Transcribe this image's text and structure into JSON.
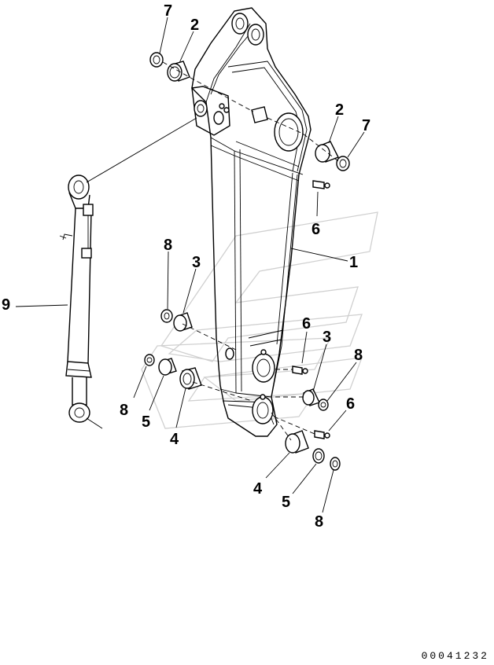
{
  "callouts": [
    {
      "id": "c-7a",
      "text": "7"
    },
    {
      "id": "c-2a",
      "text": "2"
    },
    {
      "id": "c-2b",
      "text": "2"
    },
    {
      "id": "c-7b",
      "text": "7"
    },
    {
      "id": "c-6a",
      "text": "6"
    },
    {
      "id": "c-1",
      "text": "1"
    },
    {
      "id": "c-9",
      "text": "9"
    },
    {
      "id": "c-8a",
      "text": "8"
    },
    {
      "id": "c-3a",
      "text": "3"
    },
    {
      "id": "c-6b",
      "text": "6"
    },
    {
      "id": "c-3b",
      "text": "3"
    },
    {
      "id": "c-8b",
      "text": "8"
    },
    {
      "id": "c-8c",
      "text": "8"
    },
    {
      "id": "c-5a",
      "text": "5"
    },
    {
      "id": "c-4a",
      "text": "4"
    },
    {
      "id": "c-6c",
      "text": "6"
    },
    {
      "id": "c-4b",
      "text": "4"
    },
    {
      "id": "c-5b",
      "text": "5"
    },
    {
      "id": "c-8d",
      "text": "8"
    }
  ],
  "drawing_number": "00041232"
}
